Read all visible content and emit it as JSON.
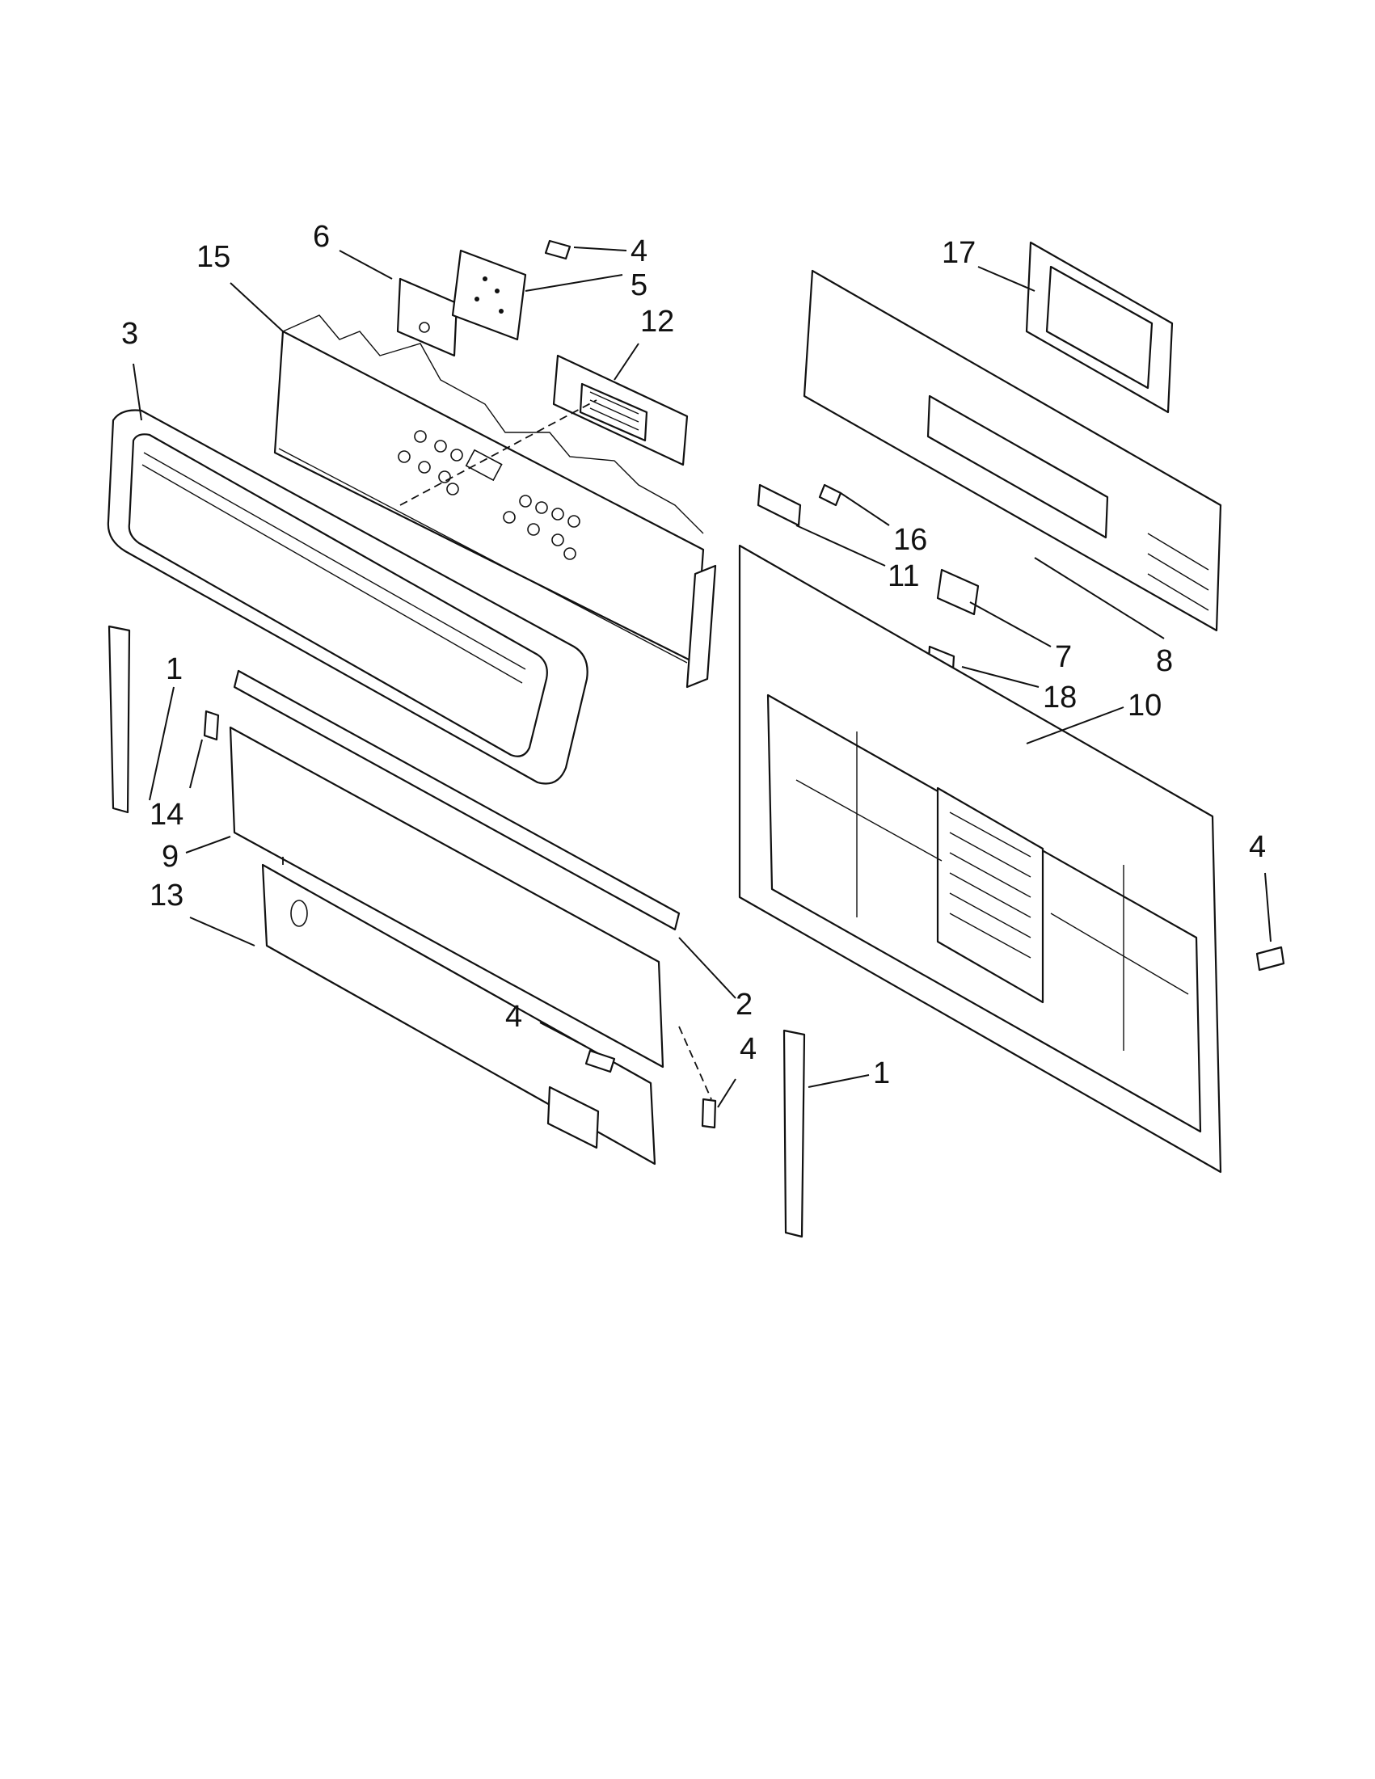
{
  "callouts": [
    {
      "id": "c6a",
      "text": "6"
    },
    {
      "id": "c4a",
      "text": "4"
    },
    {
      "id": "c5",
      "text": "5"
    },
    {
      "id": "c15",
      "text": "15"
    },
    {
      "id": "c12",
      "text": "12"
    },
    {
      "id": "c3",
      "text": "3"
    },
    {
      "id": "c17",
      "text": "17"
    },
    {
      "id": "c16",
      "text": "16"
    },
    {
      "id": "c11",
      "text": "11"
    },
    {
      "id": "c7",
      "text": "7"
    },
    {
      "id": "c8",
      "text": "8"
    },
    {
      "id": "c18",
      "text": "18"
    },
    {
      "id": "c10",
      "text": "10"
    },
    {
      "id": "c1a",
      "text": "1"
    },
    {
      "id": "c14",
      "text": "14"
    },
    {
      "id": "c9",
      "text": "9"
    },
    {
      "id": "c13",
      "text": "13"
    },
    {
      "id": "c2",
      "text": "2"
    },
    {
      "id": "c4b",
      "text": "4"
    },
    {
      "id": "c4c",
      "text": "4"
    },
    {
      "id": "c4d",
      "text": "4"
    },
    {
      "id": "c1b",
      "text": "1"
    }
  ]
}
